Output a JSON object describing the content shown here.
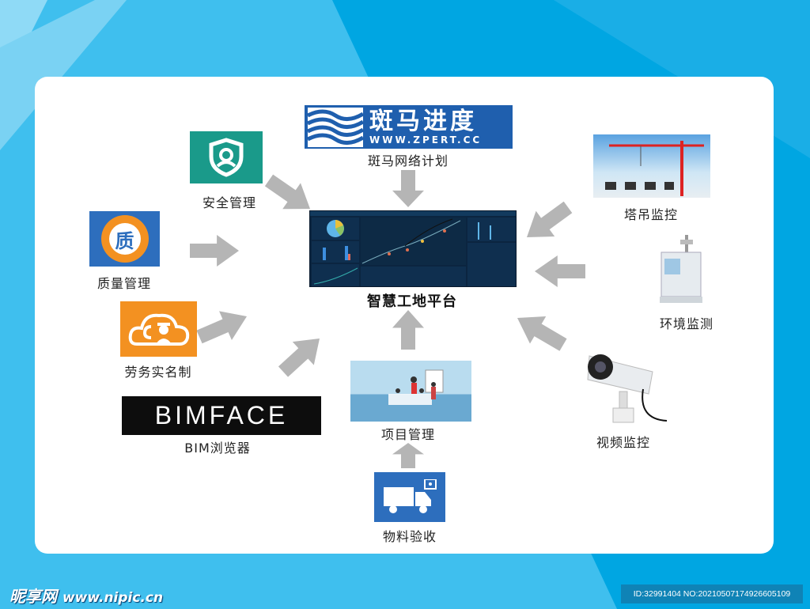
{
  "center": {
    "label": "智慧工地平台",
    "dashboard": "screenshot-dashboard"
  },
  "zpert": {
    "title": "斑马进度",
    "url": "WWW.ZPERT.CC",
    "label": "斑马网络计划"
  },
  "modules": {
    "safety": "安全管理",
    "quality": {
      "glyph": "质",
      "label": "质量管理"
    },
    "labor": "劳务实名制",
    "bim": {
      "logo": "BIMFACE",
      "label": "BIM浏览器"
    },
    "project": "项目管理",
    "material": "物料验收",
    "crane": "塔吊监控",
    "environment": "环境监测",
    "video": "视频监控"
  },
  "watermark": {
    "site": "昵享网",
    "url": "www.nipic.cn",
    "id": "ID:32991404 NO:20210507174926605109"
  },
  "colors": {
    "background": "#00a6e2",
    "arrow": "#b5b5b5",
    "teal": "#1a9a8a",
    "orange": "#f39121",
    "blue": "#1f5fae"
  }
}
